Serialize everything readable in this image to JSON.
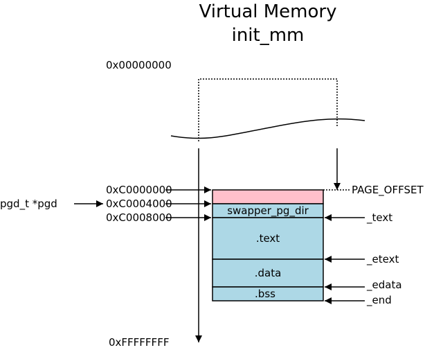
{
  "title": {
    "line1": "Virtual Memory",
    "line2": "init_mm"
  },
  "addresses": {
    "top": "0x00000000",
    "kernel_start": "0xC0000000",
    "pgd_addr": "0xC0004000",
    "text_addr": "0xC0008000",
    "bottom": "0xFFFFFFFF"
  },
  "pointer_label": "pgd_t *pgd",
  "segments": {
    "swapper": "swapper_pg_dir",
    "text": ".text",
    "data": ".data",
    "bss": ".bss"
  },
  "symbols": {
    "page_offset": "PAGE_OFFSET",
    "text": "_text",
    "etext": "_etext",
    "edata": "_edata",
    "end": "_end"
  },
  "colors": {
    "reserved": "#ffc0cb",
    "segment": "#add8e6",
    "line": "#000000"
  }
}
